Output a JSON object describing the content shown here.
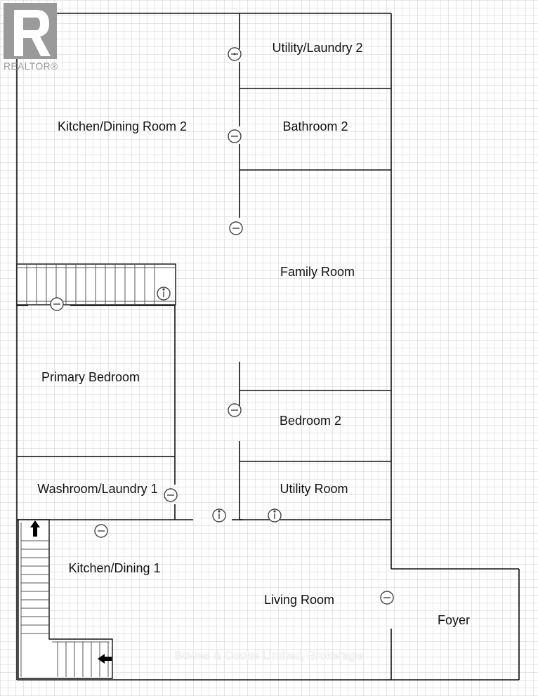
{
  "brand": {
    "logo_text": "REALTOR®"
  },
  "watermark": "Bowes & Cooke Limited, Brokerage",
  "rooms": {
    "utility_laundry_2": "Utility/Laundry 2",
    "kitchen_dining_room_2": "Kitchen/Dining Room 2",
    "bathroom_2": "Bathroom 2",
    "family_room": "Family Room",
    "primary_bedroom": "Primary Bedroom",
    "bedroom_2": "Bedroom 2",
    "washroom_laundry_1": "Washroom/Laundry 1",
    "utility_room": "Utility Room",
    "kitchen_dining_1": "Kitchen/Dining 1",
    "living_room": "Living Room",
    "foyer": "Foyer"
  },
  "colors": {
    "grid": "#cfcfcf",
    "wall": "#111111",
    "background": "#ffffff",
    "logo": "#9a9a9a"
  }
}
